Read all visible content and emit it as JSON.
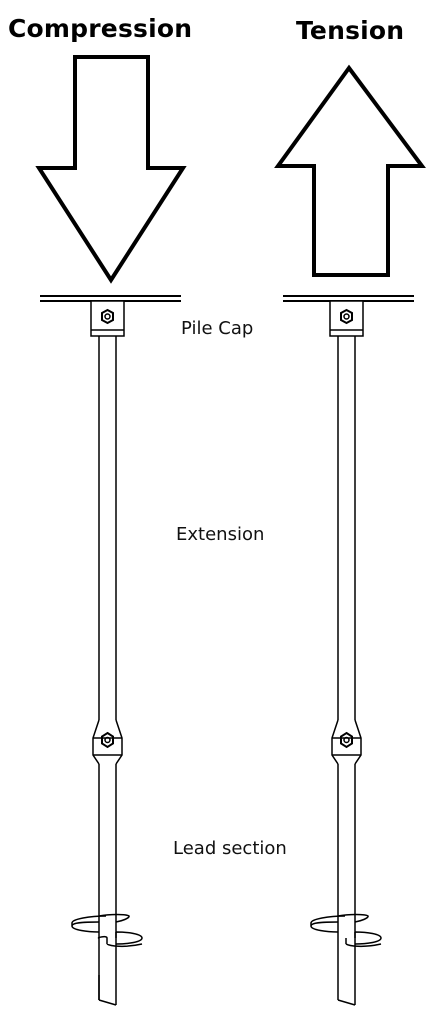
{
  "titles": {
    "compression": "Compression",
    "tension": "Tension"
  },
  "labels": {
    "pile_cap": "Pile Cap",
    "extension": "Extension",
    "lead_section": "Lead section"
  },
  "colors": {
    "stroke": "#000000",
    "background": "#ffffff"
  }
}
